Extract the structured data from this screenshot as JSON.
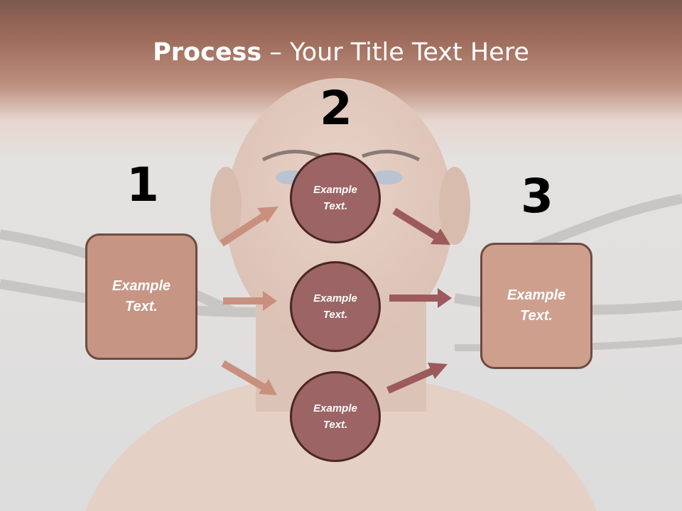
{
  "title": {
    "bold": "Process",
    "rest": " – Your Title Text Here"
  },
  "steps": {
    "one": "1",
    "two": "2",
    "three": "3"
  },
  "left_box": {
    "text": "Example Text."
  },
  "circles": [
    {
      "text": "Example Text."
    },
    {
      "text": "Example Text."
    },
    {
      "text": "Example Text."
    }
  ],
  "right_box": {
    "text": "Example Text."
  },
  "colors": {
    "header": "#a06e5e",
    "box_fill": "#c79584",
    "circle_fill": "#9c6464",
    "arrow_light": "#c9907e",
    "arrow_dark": "#9c5a5c"
  }
}
